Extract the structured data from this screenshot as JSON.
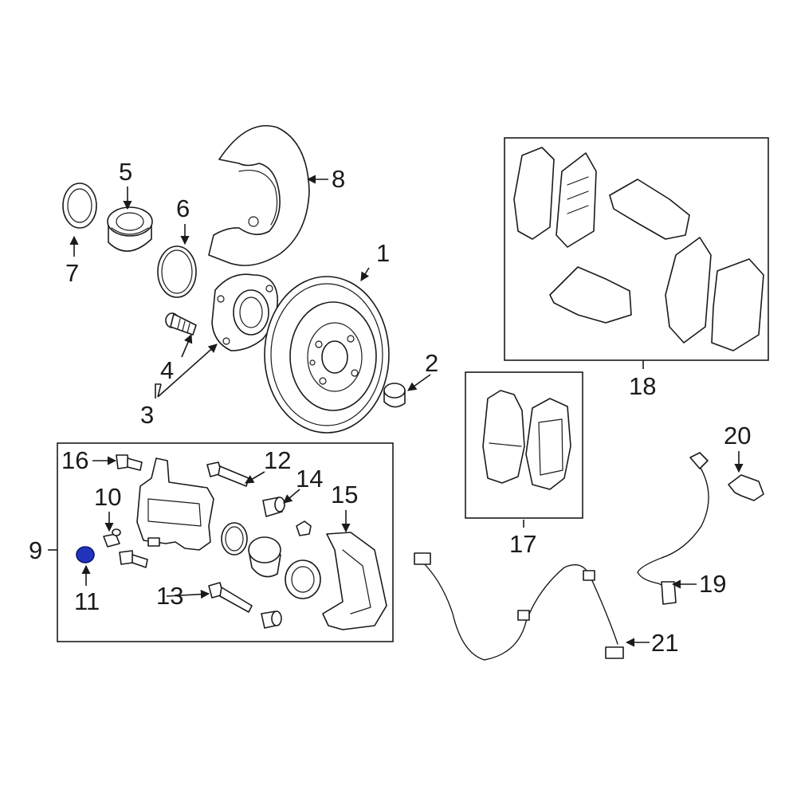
{
  "diagram": {
    "highlight_color": "#2233bb",
    "callouts": {
      "c1": "1",
      "c2": "2",
      "c3": "3",
      "c4": "4",
      "c5": "5",
      "c6": "6",
      "c7": "7",
      "c8": "8",
      "c9": "9",
      "c10": "10",
      "c11": "11",
      "c12": "12",
      "c13": "13",
      "c14": "14",
      "c15": "15",
      "c16": "16",
      "c17": "17",
      "c18": "18",
      "c19": "19",
      "c20": "20",
      "c21": "21"
    },
    "highlighted_part": "11"
  }
}
